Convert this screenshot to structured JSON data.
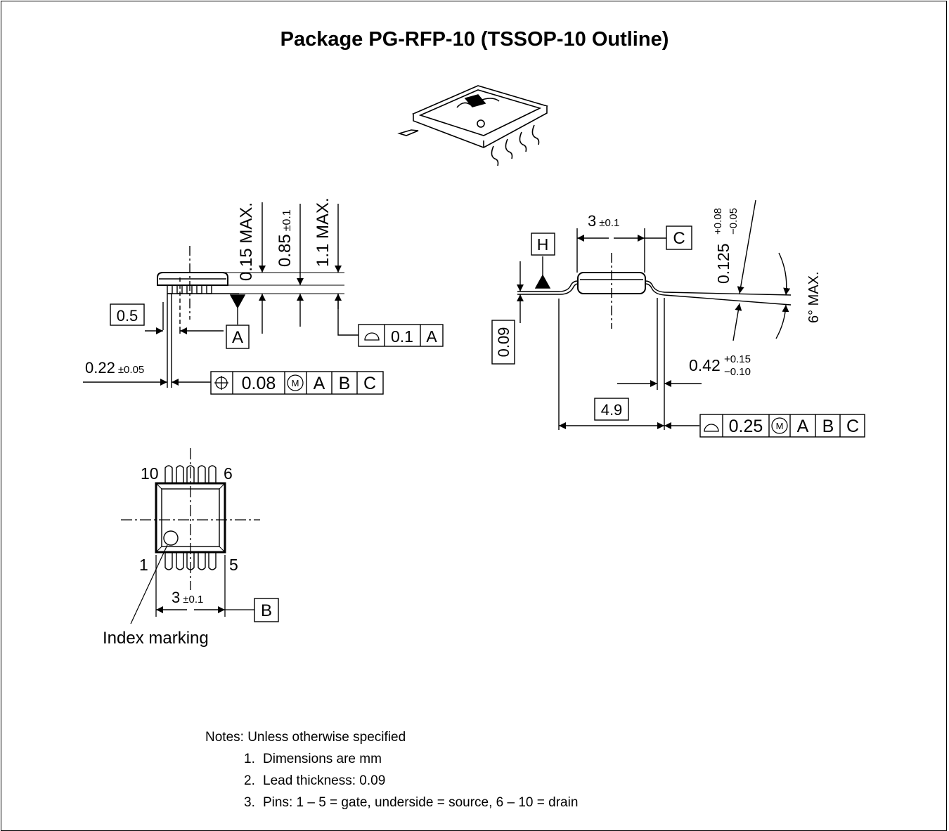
{
  "title": "Package PG-RFP-10 (TSSOP-10 Outline)",
  "side_view": {
    "dim_015": "0.15 MAX.",
    "dim_085": "0.85",
    "dim_085_tol": "±0.1",
    "dim_11": "1.1 MAX.",
    "pitch": "0.5",
    "datum_a": "A",
    "flatness_value": "0.1",
    "flatness_ref": "A",
    "lead_width": "0.22",
    "lead_width_tol": "±0.05",
    "position_value": "0.08",
    "position_mod": "M",
    "position_refs": [
      "A",
      "B",
      "C"
    ]
  },
  "end_view": {
    "body_width": "3",
    "body_width_tol": "±0.1",
    "datum_c": "C",
    "datum_h": "H",
    "lead_thickness": "0.09",
    "lead_angle_dim": "0.125",
    "lead_angle_tol_plus": "+0.08",
    "lead_angle_tol_minus": "−0.05",
    "angle": "6° MAX.",
    "foot_length": "0.42",
    "foot_tol_plus": "+0.15",
    "foot_tol_minus": "−0.10",
    "overall_width": "4.9",
    "profile_value": "0.25",
    "profile_mod": "M",
    "profile_refs": [
      "A",
      "B",
      "C"
    ]
  },
  "top_view": {
    "pin_10": "10",
    "pin_6": "6",
    "pin_1": "1",
    "pin_5": "5",
    "body_length": "3",
    "body_length_tol": "±0.1",
    "datum_b": "B",
    "index_marking": "Index marking"
  },
  "notes": {
    "heading": "Notes: Unless otherwise specified",
    "items": [
      {
        "num": "1.",
        "text": "Dimensions are mm"
      },
      {
        "num": "2.",
        "text": "Lead thickness: 0.09"
      },
      {
        "num": "3.",
        "text": "Pins: 1 – 5 = gate, underside = source, 6 – 10 = drain"
      }
    ]
  }
}
